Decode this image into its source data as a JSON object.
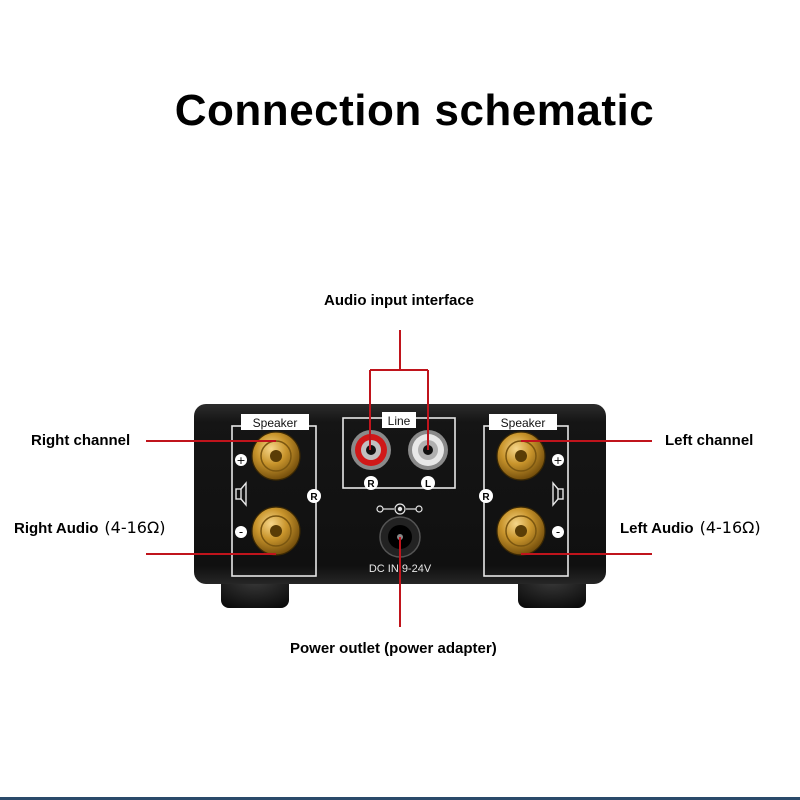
{
  "title": "Connection schematic",
  "labels": {
    "audio_input": "Audio input interface",
    "right_channel": "Right channel",
    "left_channel": "Left channel",
    "right_audio": "Right Audio",
    "right_audio_impedance": "(4-16Ω)",
    "left_audio": "Left Audio",
    "left_audio_impedance": "(4-16Ω)",
    "power_outlet": "Power outlet (power adapter)"
  },
  "device_panel": {
    "speaker_left_label": "Speaker",
    "speaker_right_label": "Speaker",
    "line_label": "Line",
    "plus": "+",
    "minus": "-",
    "r_marker": "R",
    "rca_r": "R",
    "rca_l": "L",
    "dc_label": "DC IN:9-24V"
  },
  "colors": {
    "leader_line": "#c0141c",
    "chassis": "#151515",
    "gold": "#b8860b",
    "rca_red": "#d01818",
    "rca_white": "#e8e8e8"
  }
}
